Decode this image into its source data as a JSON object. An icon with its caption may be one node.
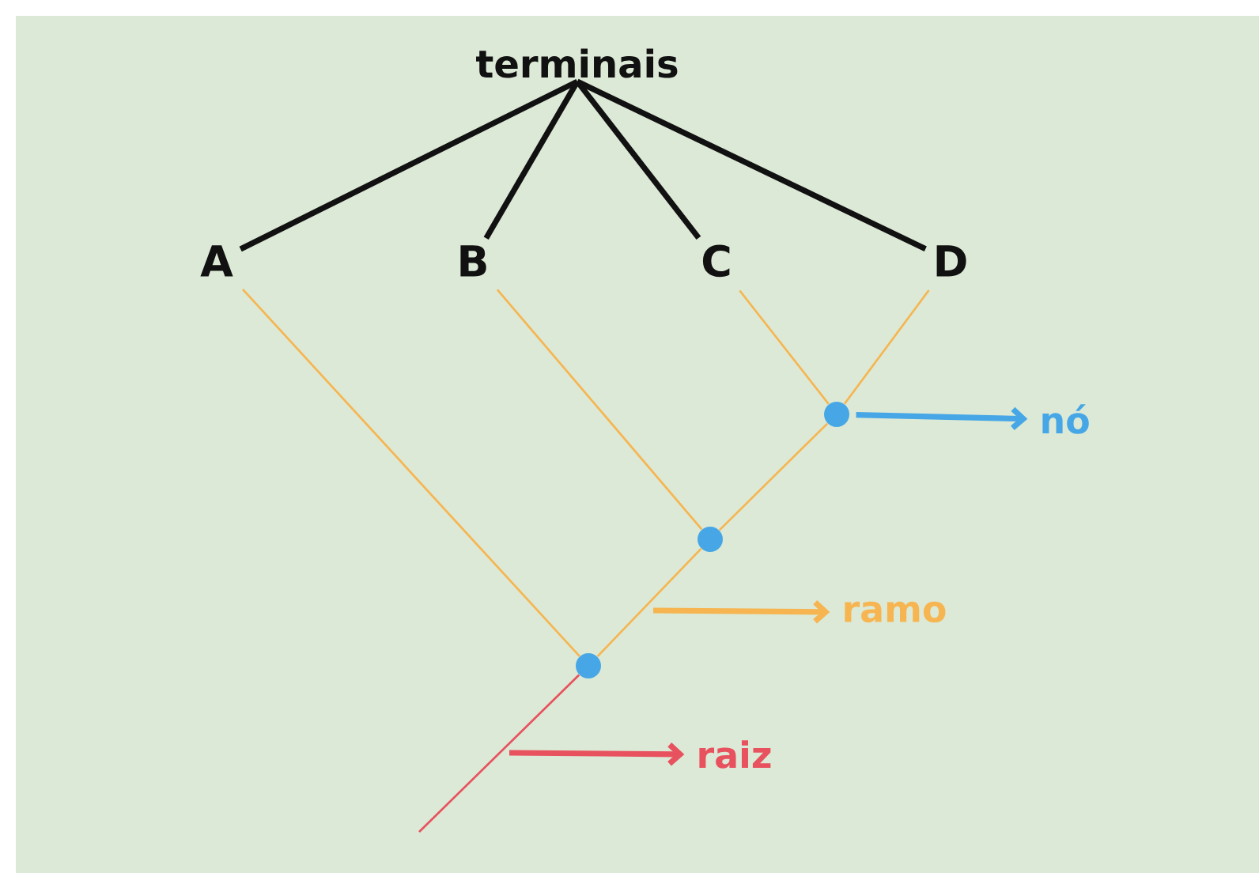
{
  "diagram": {
    "nodes": [
      {
        "text": [
          "terminais"
        ]
      },
      {
        "text": [
          "A"
        ]
      },
      {
        "text": [
          "B"
        ]
      },
      {
        "text": [
          "C"
        ]
      },
      {
        "text": [
          "D"
        ]
      },
      {
        "text": [],
        "shape": "circle"
      },
      {
        "text": [],
        "shape": "circle"
      },
      {
        "text": [],
        "shape": "circle"
      },
      {
        "text": [
          "nó"
        ]
      },
      {
        "text": [
          "ramo"
        ]
      },
      {
        "text": [
          "raiz"
        ]
      }
    ],
    "edges": [
      {
        "from": 0,
        "to": 1,
        "arrow": "none",
        "style": "thick",
        "color": "#111111"
      },
      {
        "from": 0,
        "to": 2,
        "arrow": "none",
        "style": "thick",
        "color": "#111111"
      },
      {
        "from": 0,
        "to": 3,
        "arrow": "none",
        "style": "thick",
        "color": "#111111"
      },
      {
        "from": 0,
        "to": 4,
        "arrow": "none",
        "style": "thick",
        "color": "#111111"
      },
      {
        "from": 1,
        "to": 7,
        "arrow": "none"
      },
      {
        "from": 2,
        "to": 6,
        "arrow": "none"
      },
      {
        "from": 3,
        "to": 5,
        "arrow": "none"
      },
      {
        "from": 4,
        "to": 5,
        "arrow": "none"
      },
      {
        "from": 5,
        "to": 6,
        "arrow": "none"
      },
      {
        "from": 6,
        "to": 7,
        "arrow": "none"
      },
      {
        "from": null,
        "to": 7,
        "arrow": "none",
        "color": "#e8525e"
      },
      {
        "from": 5,
        "to": 8,
        "arrow": "to",
        "style": "thick",
        "color": "#47a7e6"
      },
      {
        "from": null,
        "to": 9,
        "arrow": "to",
        "style": "thick"
      },
      {
        "from": null,
        "to": 10,
        "arrow": "to",
        "style": "thick",
        "color": "#e8525e"
      }
    ]
  }
}
